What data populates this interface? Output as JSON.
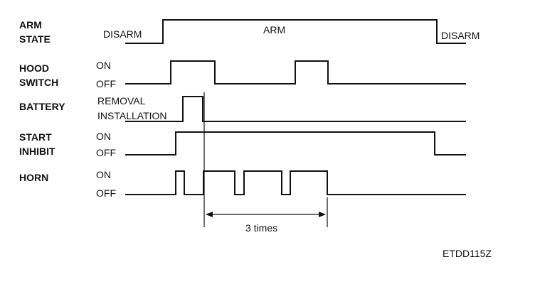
{
  "signals": [
    {
      "label_lines": [
        "ARM",
        "STATE"
      ],
      "levels": {
        "low": "DISARM",
        "high": "ARM",
        "low_end": "DISARM"
      }
    },
    {
      "label_lines": [
        "HOOD",
        "SWITCH"
      ],
      "levels": {
        "high": "ON",
        "low": "OFF"
      }
    },
    {
      "label_lines": [
        "BATTERY"
      ],
      "levels": {
        "high": "REMOVAL",
        "low": "INSTALLATION"
      }
    },
    {
      "label_lines": [
        "START",
        "INHIBIT"
      ],
      "levels": {
        "high": "ON",
        "low": "OFF"
      }
    },
    {
      "label_lines": [
        "HORN"
      ],
      "levels": {
        "high": "ON",
        "low": "OFF"
      }
    }
  ],
  "annotation": {
    "text": "3 times"
  },
  "figure_code": "ETDD115Z"
}
